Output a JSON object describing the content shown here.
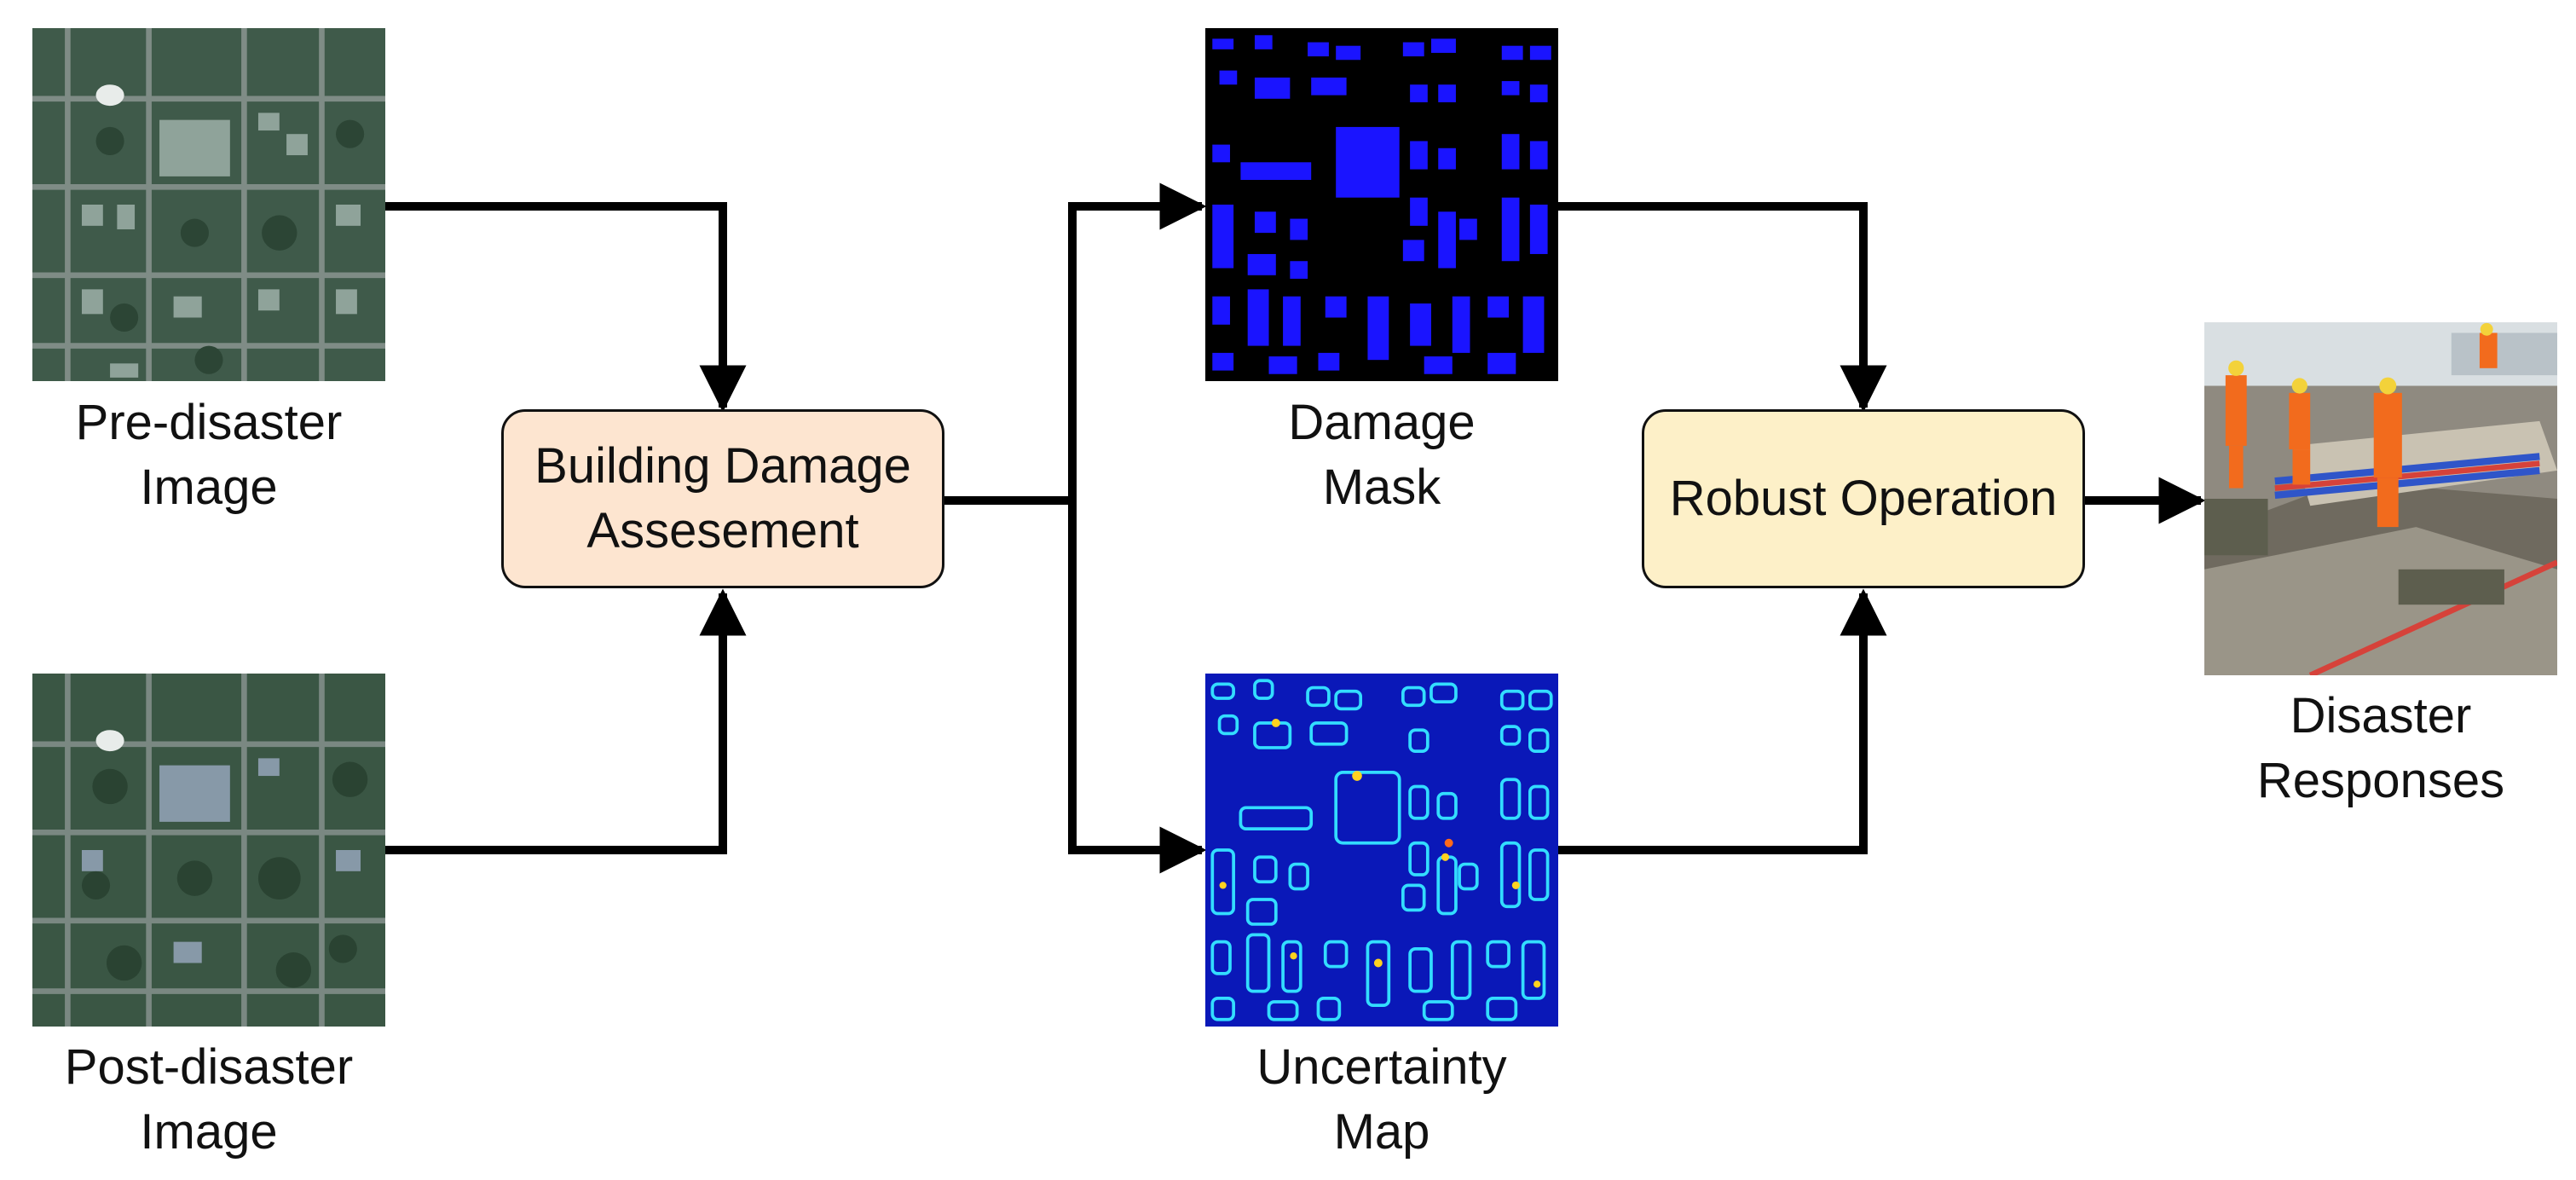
{
  "nodes": {
    "pre_disaster": {
      "line1": "Pre-disaster",
      "line2": "Image"
    },
    "post_disaster": {
      "line1": "Post-disaster",
      "line2": "Image"
    },
    "assessment": {
      "line1": "Building Damage",
      "line2": "Assesement"
    },
    "damage_mask": {
      "line1": "Damage",
      "line2": "Mask"
    },
    "uncertainty_map": {
      "line1": "Uncertainty",
      "line2": "Map"
    },
    "robust_operation": {
      "label": "Robust Operation"
    },
    "disaster_responses": {
      "line1": "Disaster",
      "line2": "Responses"
    }
  },
  "colors": {
    "assessment_fill": "#fde5d0",
    "robust_fill": "#fdf0c8",
    "arrow": "#000000",
    "mask_background": "#000000",
    "mask_building": "#1a14ff",
    "uncertainty_background": "#0a18b8",
    "uncertainty_edge": "#33ddff",
    "uncertainty_high": "#ffd21f",
    "satellite_base": "#3f5a4a",
    "rescue_suit": "#f26b1d"
  }
}
